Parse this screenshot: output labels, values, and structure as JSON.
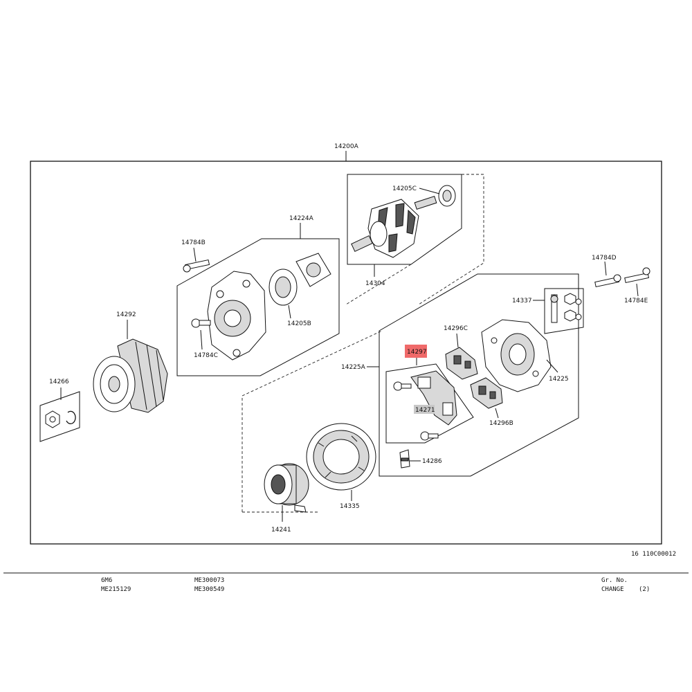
{
  "labels": {
    "assembly": "14200A",
    "p14205C": "14205C",
    "p14304": "14304",
    "p14224A": "14224A",
    "p14784B": "14784B",
    "p14205B": "14205B",
    "p14784C": "14784C",
    "p14292": "14292",
    "p14266": "14266",
    "p14784D": "14784D",
    "p14784E": "14784E",
    "p14337": "14337",
    "p14296C": "14296C",
    "p14225": "14225",
    "p14297": "14297",
    "p14225A": "14225A",
    "p14271": "14271",
    "p14296B": "14296B",
    "p14286": "14286",
    "p14335": "14335",
    "p14241": "14241"
  },
  "highlight": {
    "color": "#f06a6a",
    "gray": "#c8c8c8"
  },
  "ref_code": "16  110C00012",
  "footer": {
    "model_1": "6M6",
    "model_2": "ME215129",
    "code_1": "ME300073",
    "code_2": "ME300549",
    "gr_no": "Gr. No.",
    "change": "CHANGE",
    "change_no": "(2)"
  }
}
